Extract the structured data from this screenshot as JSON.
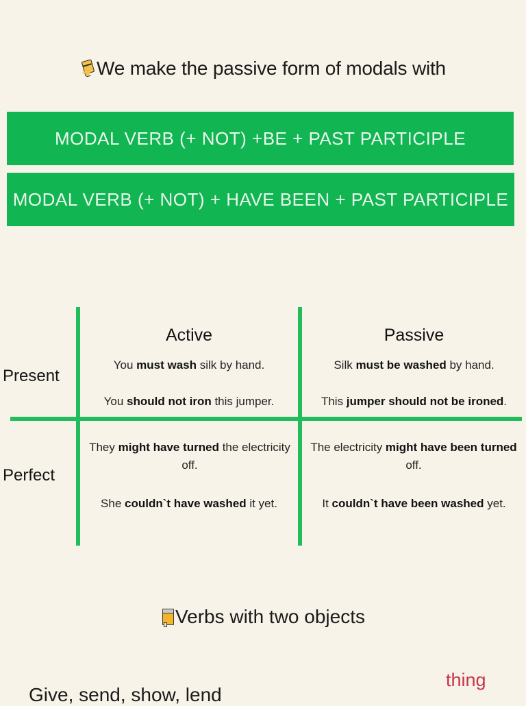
{
  "page": {
    "background_color": "#F7F3E8",
    "accent_green": "#11B551",
    "line_green": "#22BC5C",
    "accent_red": "#C8334A"
  },
  "heading": {
    "icon": "pencil-icon",
    "text": "We make the passive form of modals with"
  },
  "formulas": [
    {
      "text": "MODAL VERB (+ NOT) +BE + PAST PARTICIPLE"
    },
    {
      "text": "MODAL VERB (+ NOT) + HAVE BEEN + PAST PARTICIPLE"
    }
  ],
  "table": {
    "columns": [
      {
        "label": "Active"
      },
      {
        "label": "Passive"
      }
    ],
    "rows": [
      {
        "label": "Present",
        "active": [
          {
            "pre": "You ",
            "bold": "must wash",
            "post": " silk by hand."
          },
          {
            "pre": "You ",
            "bold": "should not iron",
            "post": " this jumper."
          }
        ],
        "passive": [
          {
            "pre": "Silk ",
            "bold": "must be washed",
            "post": " by hand."
          },
          {
            "pre": "This ",
            "bold": "jumper should not be ironed",
            "post": "."
          }
        ]
      },
      {
        "label": "Perfect",
        "active": [
          {
            "pre": "They ",
            "bold": "might have turned",
            "post": " the electricity off."
          },
          {
            "pre": "She ",
            "bold": "couldn`t have washed",
            "post": " it yet."
          }
        ],
        "passive": [
          {
            "pre": "The electricity ",
            "bold": "might have been turned",
            "post": " off."
          },
          {
            "pre": "It ",
            "bold": "couldn`t have been washed",
            "post": " yet."
          }
        ]
      }
    ]
  },
  "subheading": {
    "icon": "book-icon",
    "text": "Verbs with two objects"
  },
  "bottom": {
    "left_text": "Give, send, show, lend",
    "right_text": "thing"
  }
}
